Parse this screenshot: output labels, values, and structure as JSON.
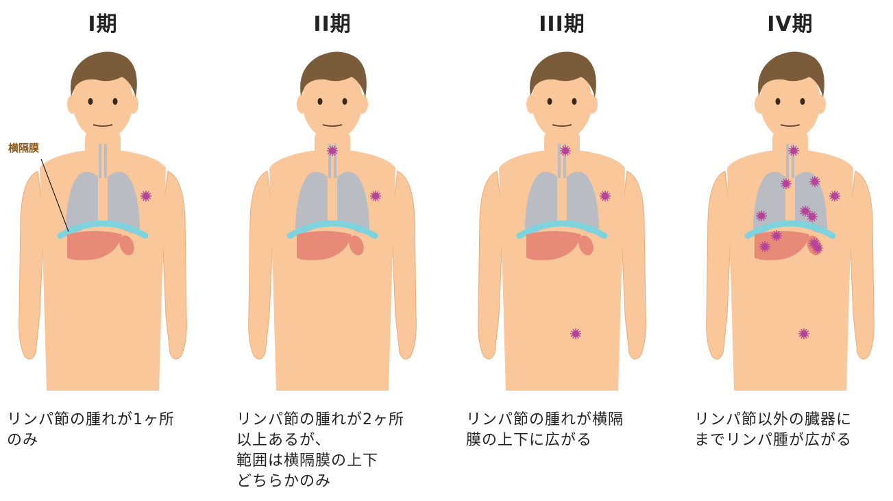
{
  "stages": [
    {
      "title": "I期",
      "description": "リンパ節の腫れが1ヶ所\nのみ"
    },
    {
      "title": "II期",
      "description": "リンパ節の腫れが2ヶ所\n以上あるが、\n範囲は横隔膜の上下\nどちらかのみ"
    },
    {
      "title": "III期",
      "description": "リンパ節の腫れが横隔\n膜の上下に広がる"
    },
    {
      "title": "IV期",
      "description": "リンパ節以外の臓器に\nまでリンパ腫が広がる"
    }
  ],
  "callout": {
    "label": "横隔膜"
  },
  "colors": {
    "skin": "#f9c79a",
    "hair": "#7a5c3a",
    "lung": "#b9bcc2",
    "diaphragm": "#7fd3dc",
    "liver": "#e88a78",
    "lesion": "#b6439a",
    "callout_text": "#8a5a1e"
  }
}
